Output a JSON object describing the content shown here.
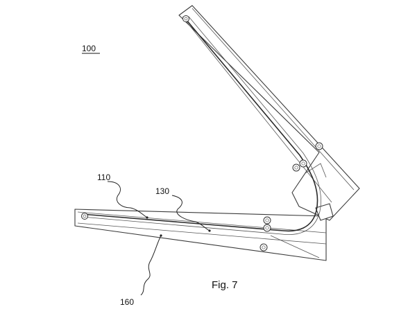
{
  "figure": {
    "title": "Fig. 7",
    "assembly_ref": "100",
    "labels": [
      {
        "id": "110"
      },
      {
        "id": "130"
      },
      {
        "id": "160"
      }
    ]
  },
  "colors": {
    "line": "#3a3a3a",
    "background": "#ffffff"
  }
}
